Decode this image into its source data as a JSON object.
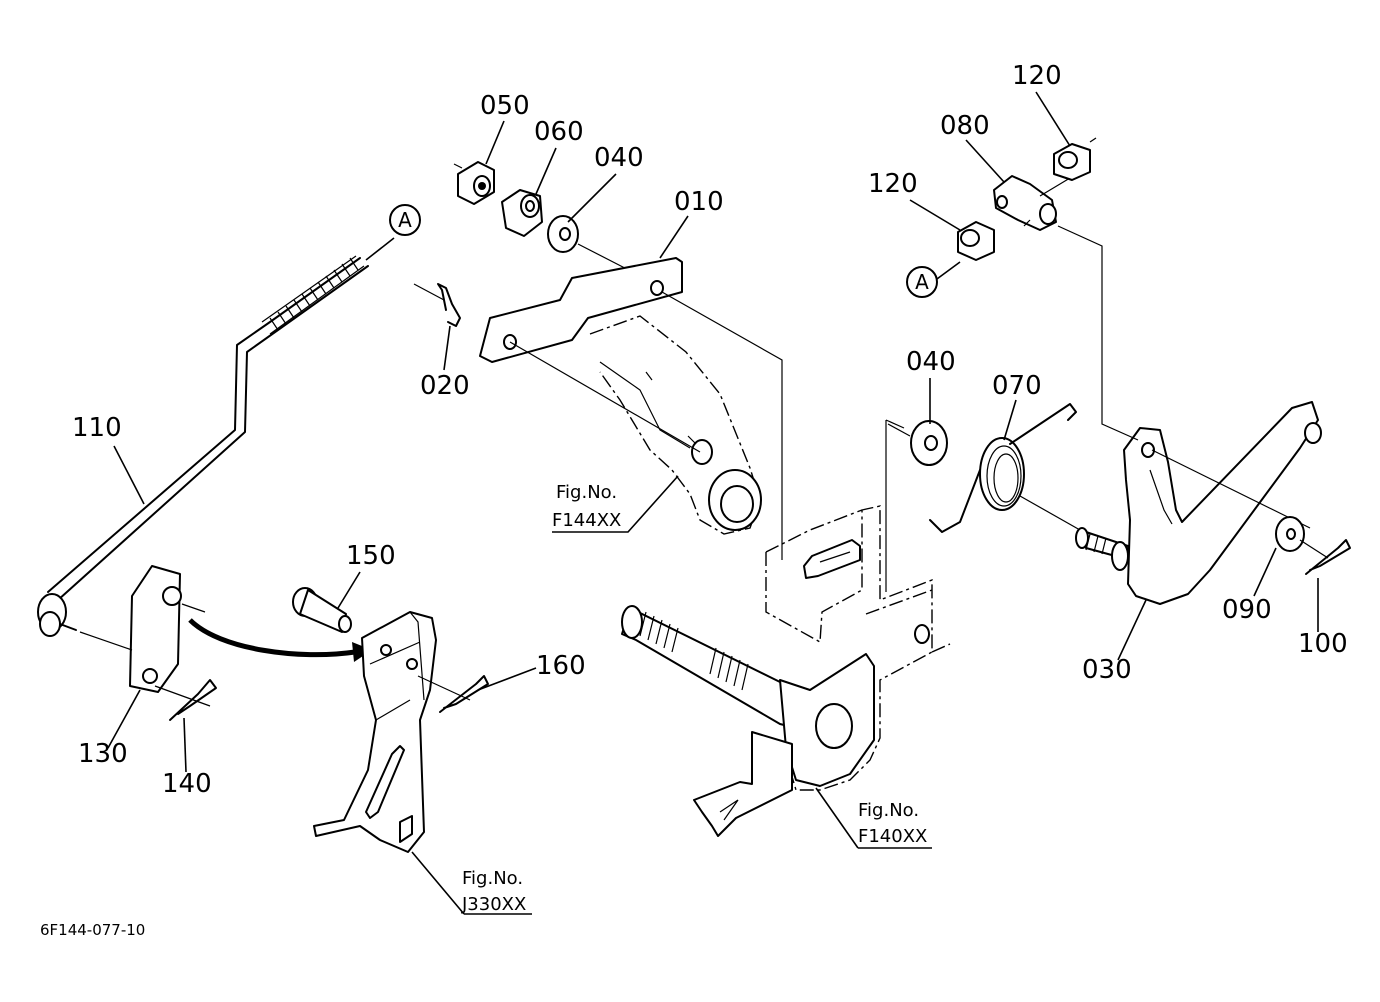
{
  "parts": {
    "p010": "010",
    "p020": "020",
    "p030": "030",
    "p040a": "040",
    "p040b": "040",
    "p050": "050",
    "p060": "060",
    "p070": "070",
    "p080": "080",
    "p090": "090",
    "p100": "100",
    "p110": "110",
    "p120a": "120",
    "p120b": "120",
    "p130": "130",
    "p140": "140",
    "p150": "150",
    "p160": "160"
  },
  "connectors": {
    "a_top": "A",
    "a_right": "A"
  },
  "figure_refs": {
    "f144": {
      "prefix": "Fig.No.",
      "code": "F144XX"
    },
    "f140": {
      "prefix": "Fig.No.",
      "code": "F140XX"
    },
    "j330": {
      "prefix": "Fig.No.",
      "code": "J330XX"
    }
  },
  "diagram_id": "6F144-077-10"
}
